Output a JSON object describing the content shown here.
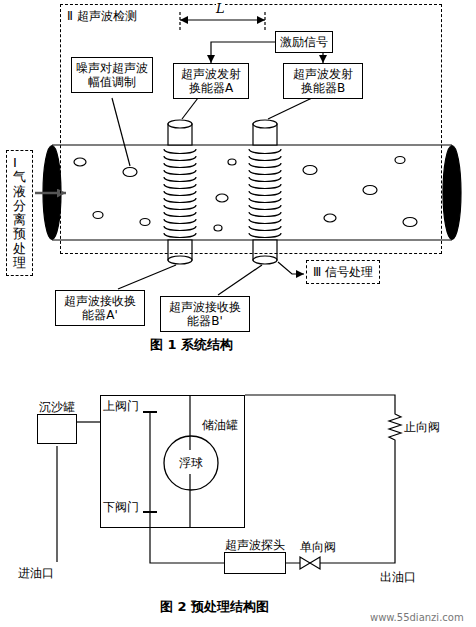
{
  "diagram": {
    "nodes": [
      {
        "text": [
          "Ⅱ 超声波检测"
        ]
      },
      {
        "text": [
          "噪声对超声波幅值调制"
        ],
        "in": 0
      },
      {
        "text": [
          "激励信号"
        ],
        "in": 0
      },
      {
        "text": [
          "超声波发射换能器A"
        ],
        "in": 0
      },
      {
        "text": [
          "超声波发射换能器B"
        ],
        "in": 0
      },
      {
        "text": [
          "Ⅰ气液分离预处理"
        ]
      },
      {
        "text": [
          "超声波接收换能器A'"
        ]
      },
      {
        "text": [
          "超声波接收换能器B'"
        ]
      },
      {
        "text": [
          "Ⅲ 信号处理"
        ]
      },
      {
        "text": [
          "沉沙罐"
        ]
      },
      {
        "text": [
          "储油罐"
        ]
      },
      {
        "text": [
          "浮球"
        ],
        "in": 10
      },
      {
        "text": [
          "超声波探头"
        ]
      }
    ],
    "edges": [
      {
        "from": 2,
        "to": 3,
        "arrow": "to"
      },
      {
        "from": 2,
        "to": 4,
        "arrow": "to"
      },
      {
        "from": 9,
        "to": 10,
        "arrow": "none"
      },
      {
        "from": 10,
        "to": 12,
        "arrow": "none"
      }
    ],
    "labels": [
      "L",
      "上阀门",
      "下阀门",
      "止向阀",
      "单向阀",
      "出油口",
      "进油口",
      "图 1 系统结构",
      "图 2 预处理结构图",
      "www.55dianzi.com"
    ]
  }
}
